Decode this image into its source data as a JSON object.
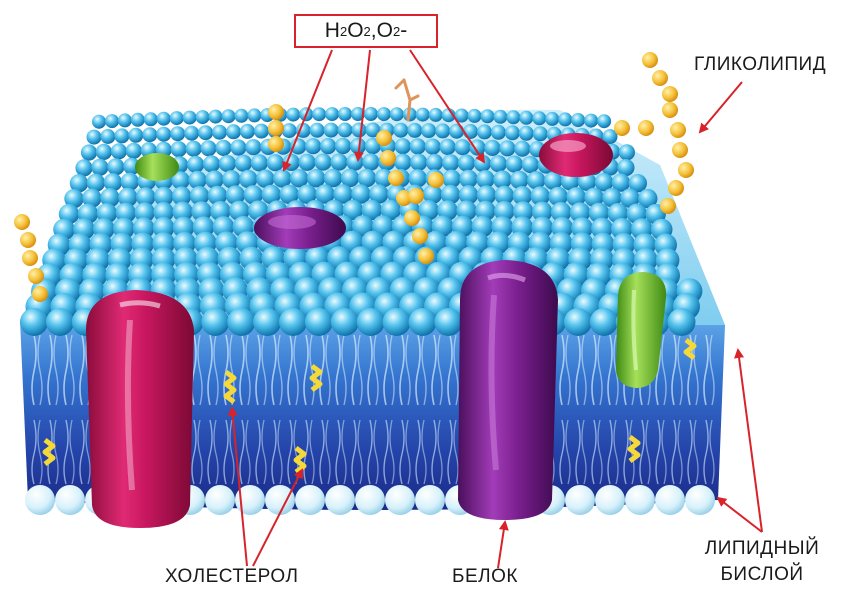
{
  "formula": {
    "h": "H",
    "sub_2a": "2",
    "o": "O",
    "sub_2b": "2",
    "sep": ",O",
    "sub_2c": "2",
    "suffix": "-"
  },
  "labels": {
    "glycolipid": "ГЛИКОЛИПИД",
    "cholesterol": "ХОЛЕСТЕРОЛ",
    "protein": "БЕЛОК",
    "bilayer_line1": "ЛИПИДНЫЙ",
    "bilayer_line2": "БИСЛОЙ"
  },
  "colors": {
    "arrow": "#d8232a",
    "head_light": "#bfeeff",
    "head_mid": "#44b6e8",
    "head_dark": "#0a6fa8",
    "membrane_top": "#3b7fd4",
    "membrane_bottom": "#1d2f8e",
    "protein_red": "#c8175f",
    "protein_purple": "#7a1f8e",
    "protein_green": "#6bbf2a",
    "sugar": "#f2b323",
    "cholesterol": "#f5d83a"
  }
}
